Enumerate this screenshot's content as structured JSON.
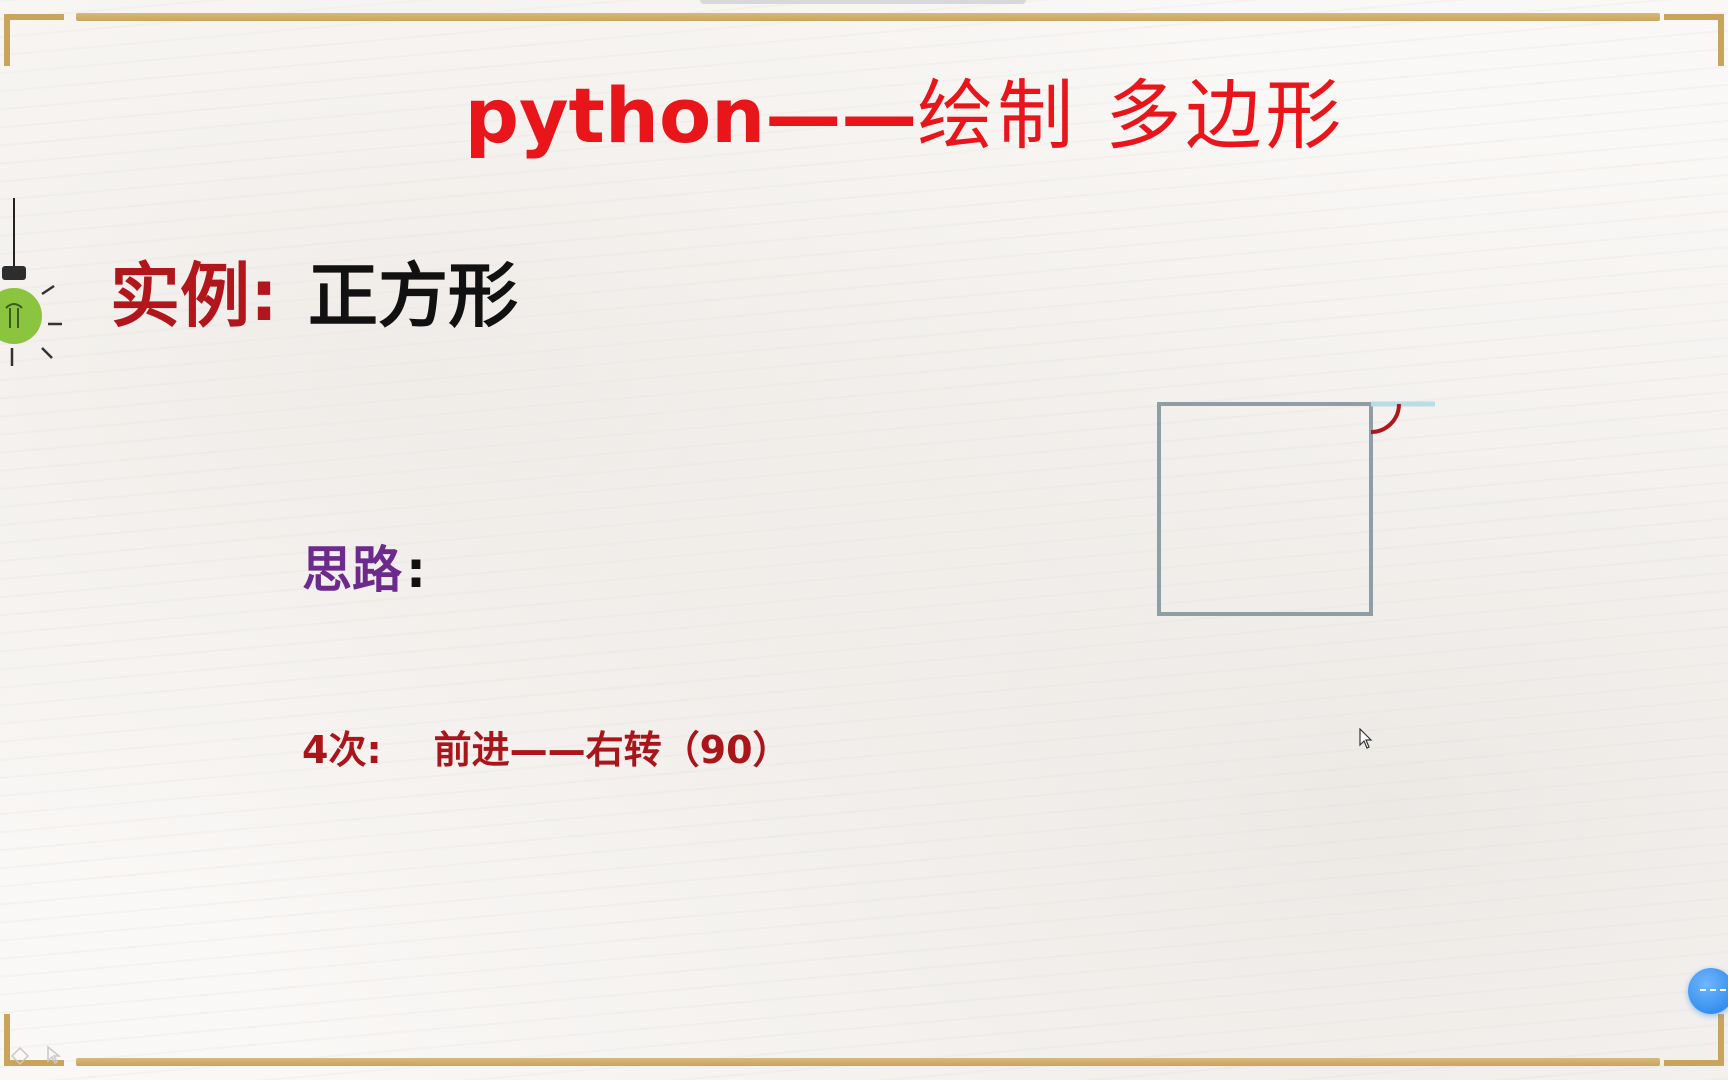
{
  "slide": {
    "title_latin": "python",
    "title_dash": "——",
    "title_cn": "绘制 多边形",
    "example_label": "实例:",
    "example_value": "正方形",
    "approach_label": "思路",
    "approach_colon": ":",
    "steps_count": "4次:",
    "steps_action": "前进——右转（90）"
  },
  "colors": {
    "title": "#e8151b",
    "example_label": "#b1161c",
    "approach_label": "#6b2a8c",
    "steps": "#a8151a",
    "frame_gold": "#c9a45d",
    "square_stroke": "#8e9ea3",
    "turn_arc": "#b1161c",
    "float_button": "#1f7fe6"
  },
  "icons": {
    "bulb": "lightbulb-icon",
    "cursor": "mouse-pointer-icon",
    "float_button": "floating-action-icon"
  }
}
